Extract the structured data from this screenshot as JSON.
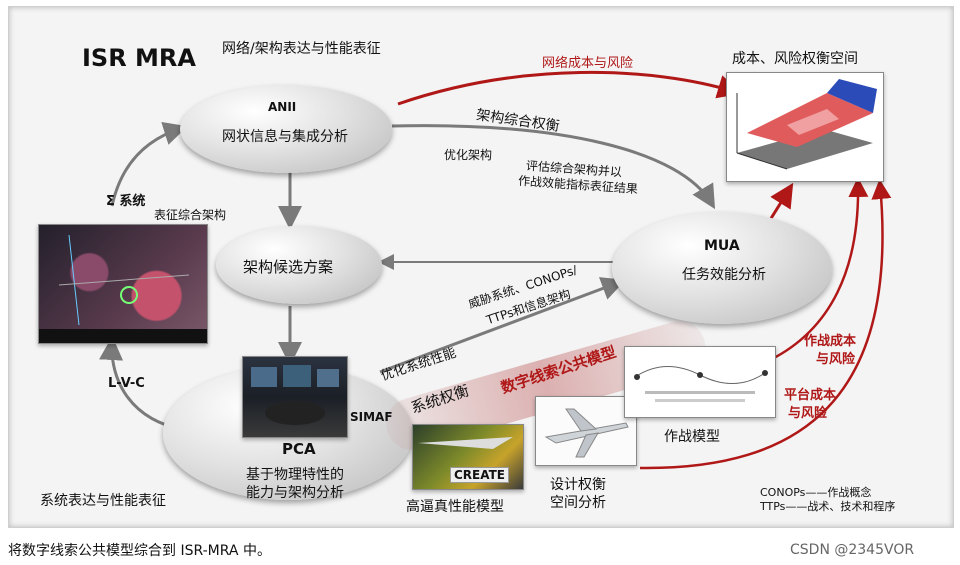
{
  "diagram": {
    "title": "ISR MRA",
    "top_label": "网络/架构表达与性能表征",
    "bottom_left_label": "系统表达与性能表征",
    "anii": {
      "name": "ANII",
      "desc": "网状信息与集成分析"
    },
    "candidate": "架构候选方案",
    "mua": {
      "name": "MUA",
      "desc": "任务效能分析"
    },
    "pca": {
      "name": "PCA",
      "desc_line1": "基于物理特性的",
      "desc_line2": "能力与架构分析"
    },
    "simaf": "SIMAF",
    "create": "CREATE",
    "network_cost_risk": "网络成本与风险",
    "tradeoff_space": "成本、风险权衡空间",
    "arch_tradeoff": "架构综合权衡",
    "optimize_arch": "优化架构",
    "eval_line1": "评估综合架构并以",
    "eval_line2": "作战效能指标表征结果",
    "sigma_system": "Σ 系统",
    "char_arch": "表征综合架构",
    "lvc": "L-V-C",
    "threat_line1": "威胁系统、CONOPs/",
    "threat_line2": "TTPs和信息架构",
    "optimize_perf": "优化系统性能",
    "system_tradeoff": "系统权衡",
    "digital_thread": "数字线索公共模型",
    "combat_cost_line1": "作战成本",
    "combat_cost_line2": "与风险",
    "platform_cost_line1": "平台成本",
    "platform_cost_line2": "与风险",
    "combat_model": "作战模型",
    "hifi_model": "高逼真性能模型",
    "design_line1": "设计权衡",
    "design_line2": "空间分析",
    "legend_conops": "CONOPs——作战概念",
    "legend_ttps": "TTPs——战术、技术和程序"
  },
  "caption": "将数字线索公共模型综合到 ISR-MRA 中。",
  "watermark": "CSDN @2345VOR",
  "colors": {
    "accent_red": "#b01818",
    "arrow_gray": "#7a7a7a"
  }
}
